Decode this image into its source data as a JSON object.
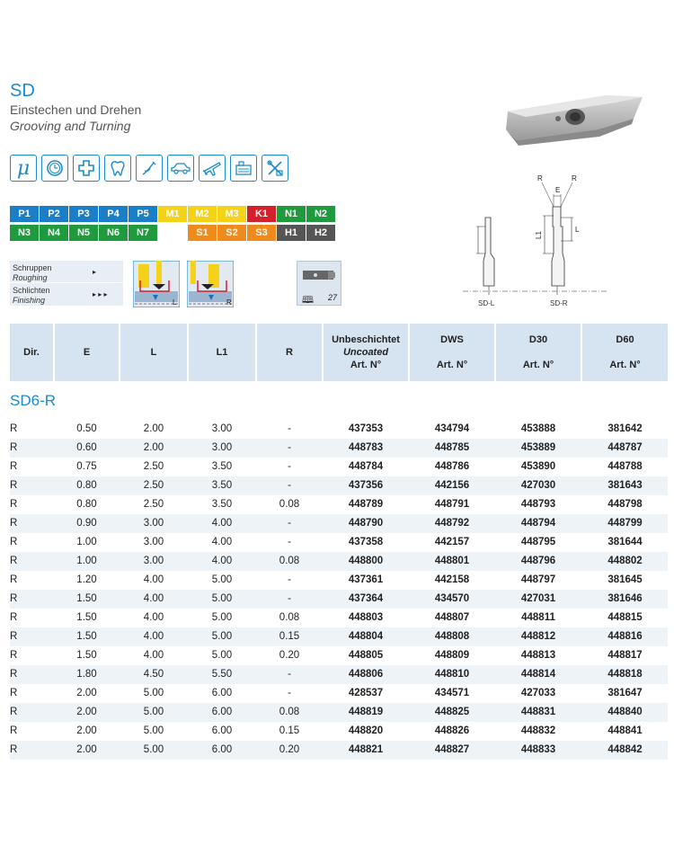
{
  "header": {
    "title": "SD",
    "subtitle_de": "Einstechen und Drehen",
    "subtitle_en": "Grooving and Turning"
  },
  "application_icons": [
    "micro-mu-icon",
    "watch-icon",
    "medical-cross-icon",
    "tooth-icon",
    "jewelry-icon",
    "car-icon",
    "airplane-icon",
    "machine-icon",
    "tools-icon"
  ],
  "materials": {
    "row1": [
      {
        "label": "P1",
        "color": "#1a7fc6"
      },
      {
        "label": "P2",
        "color": "#1a7fc6"
      },
      {
        "label": "P3",
        "color": "#1a7fc6"
      },
      {
        "label": "P4",
        "color": "#1a7fc6"
      },
      {
        "label": "P5",
        "color": "#1a7fc6"
      },
      {
        "label": "M1",
        "color": "#f5d21a"
      },
      {
        "label": "M2",
        "color": "#f5d21a"
      },
      {
        "label": "M3",
        "color": "#f5d21a"
      },
      {
        "label": "K1",
        "color": "#d4202a"
      },
      {
        "label": "N1",
        "color": "#1f9a3c"
      },
      {
        "label": "N2",
        "color": "#1f9a3c"
      }
    ],
    "row2": [
      {
        "label": "N3",
        "color": "#1f9a3c"
      },
      {
        "label": "N4",
        "color": "#1f9a3c"
      },
      {
        "label": "N5",
        "color": "#1f9a3c"
      },
      {
        "label": "N6",
        "color": "#1f9a3c"
      },
      {
        "label": "N7",
        "color": "#1f9a3c"
      },
      {
        "label": "",
        "color": "#ffffff"
      },
      {
        "label": "S1",
        "color": "#ef8a1c"
      },
      {
        "label": "S2",
        "color": "#ef8a1c"
      },
      {
        "label": "S3",
        "color": "#ef8a1c"
      },
      {
        "label": "H1",
        "color": "#555555"
      },
      {
        "label": "H2",
        "color": "#555555"
      }
    ]
  },
  "operations": {
    "roughing_de": "Schruppen",
    "roughing_en": "Roughing",
    "finishing_de": "Schlichten",
    "finishing_en": "Finishing",
    "roughing_arrows": "▸",
    "finishing_arrows": "▸ ▸ ▸"
  },
  "diagram_labels": {
    "left_label": "L",
    "right_label": "R"
  },
  "reference": {
    "page": "27"
  },
  "sd_drawing": {
    "r_left": "R",
    "e": "E",
    "r_right": "R",
    "l1": "L1",
    "l": "L",
    "sd_l": "SD-L",
    "sd_r": "SD-R"
  },
  "table": {
    "headers": {
      "dir": "Dir.",
      "e": "E",
      "l": "L",
      "l1": "L1",
      "r": "R",
      "unc_line1": "Unbeschichtet",
      "unc_line2": "Uncoated",
      "unc_line3": "Art. N°",
      "dws": "DWS",
      "dws_art": "Art. N°",
      "d30": "D30",
      "d30_art": "Art. N°",
      "d60": "D60",
      "d60_art": "Art. N°"
    },
    "section": "SD6-R",
    "rows": [
      [
        "R",
        "0.50",
        "2.00",
        "3.00",
        "-",
        "437353",
        "434794",
        "453888",
        "381642"
      ],
      [
        "R",
        "0.60",
        "2.00",
        "3.00",
        "-",
        "448783",
        "448785",
        "453889",
        "448787"
      ],
      [
        "R",
        "0.75",
        "2.50",
        "3.50",
        "-",
        "448784",
        "448786",
        "453890",
        "448788"
      ],
      [
        "R",
        "0.80",
        "2.50",
        "3.50",
        "-",
        "437356",
        "442156",
        "427030",
        "381643"
      ],
      [
        "R",
        "0.80",
        "2.50",
        "3.50",
        "0.08",
        "448789",
        "448791",
        "448793",
        "448798"
      ],
      [
        "R",
        "0.90",
        "3.00",
        "4.00",
        "-",
        "448790",
        "448792",
        "448794",
        "448799"
      ],
      [
        "R",
        "1.00",
        "3.00",
        "4.00",
        "-",
        "437358",
        "442157",
        "448795",
        "381644"
      ],
      [
        "R",
        "1.00",
        "3.00",
        "4.00",
        "0.08",
        "448800",
        "448801",
        "448796",
        "448802"
      ],
      [
        "R",
        "1.20",
        "4.00",
        "5.00",
        "-",
        "437361",
        "442158",
        "448797",
        "381645"
      ],
      [
        "R",
        "1.50",
        "4.00",
        "5.00",
        "-",
        "437364",
        "434570",
        "427031",
        "381646"
      ],
      [
        "R",
        "1.50",
        "4.00",
        "5.00",
        "0.08",
        "448803",
        "448807",
        "448811",
        "448815"
      ],
      [
        "R",
        "1.50",
        "4.00",
        "5.00",
        "0.15",
        "448804",
        "448808",
        "448812",
        "448816"
      ],
      [
        "R",
        "1.50",
        "4.00",
        "5.00",
        "0.20",
        "448805",
        "448809",
        "448813",
        "448817"
      ],
      [
        "R",
        "1.80",
        "4.50",
        "5.50",
        "-",
        "448806",
        "448810",
        "448814",
        "448818"
      ],
      [
        "R",
        "2.00",
        "5.00",
        "6.00",
        "-",
        "428537",
        "434571",
        "427033",
        "381647"
      ],
      [
        "R",
        "2.00",
        "5.00",
        "6.00",
        "0.08",
        "448819",
        "448825",
        "448831",
        "448840"
      ],
      [
        "R",
        "2.00",
        "5.00",
        "6.00",
        "0.15",
        "448820",
        "448826",
        "448832",
        "448841"
      ],
      [
        "R",
        "2.00",
        "5.00",
        "6.00",
        "0.20",
        "448821",
        "448827",
        "448833",
        "448842"
      ]
    ]
  }
}
